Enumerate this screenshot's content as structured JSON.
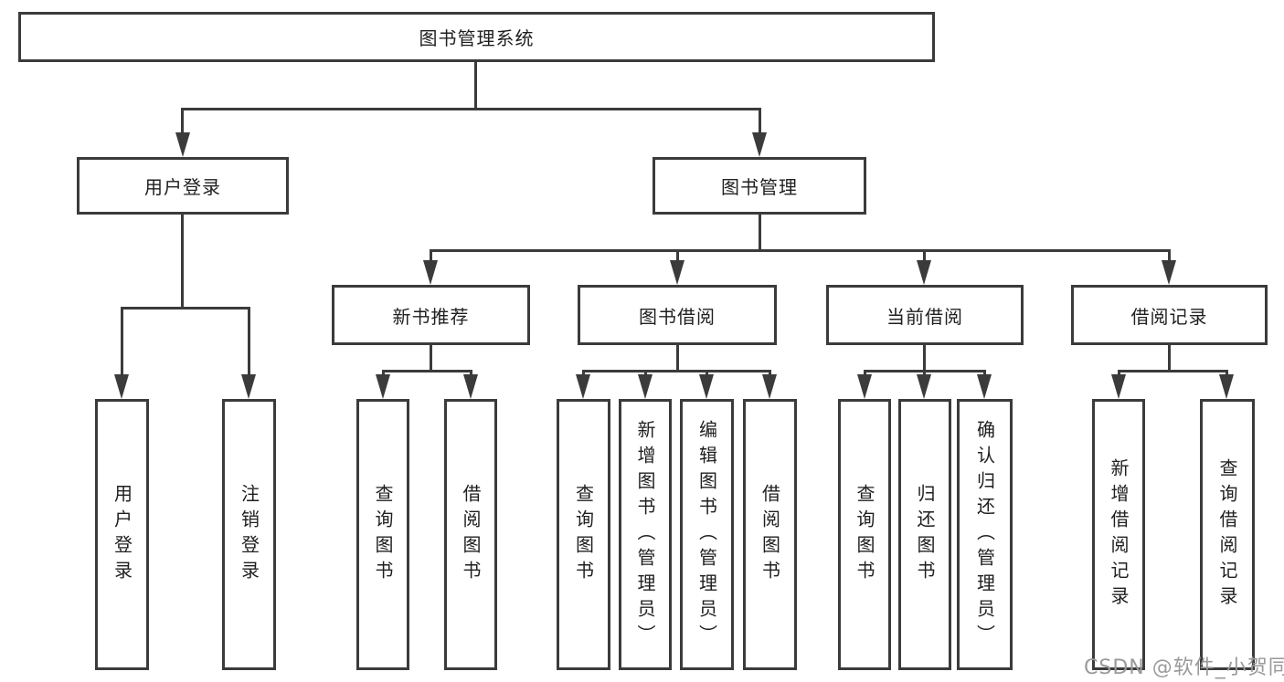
{
  "title": "图书管理系统",
  "watermark": "CSDN @软件_小贺同学",
  "colors": {
    "line": "#3b3b3b",
    "text": "#1f1f1f",
    "watermark": "#9a9a9a",
    "background": "#ffffff"
  },
  "diagram": {
    "type": "tree",
    "root": {
      "label": "图书管理系统",
      "children": [
        {
          "label": "用户登录",
          "children": [
            {
              "label": "用户登录"
            },
            {
              "label": "注销登录"
            }
          ]
        },
        {
          "label": "图书管理",
          "children": [
            {
              "label": "新书推荐",
              "children": [
                {
                  "label": "查询图书"
                },
                {
                  "label": "借阅图书"
                }
              ]
            },
            {
              "label": "图书借阅",
              "children": [
                {
                  "label": "查询图书"
                },
                {
                  "label": "新增图书（管理员）"
                },
                {
                  "label": "编辑图书（管理员）"
                },
                {
                  "label": "借阅图书"
                }
              ]
            },
            {
              "label": "当前借阅",
              "children": [
                {
                  "label": "查询图书"
                },
                {
                  "label": "归还图书"
                },
                {
                  "label": "确认归还（管理员）"
                }
              ]
            },
            {
              "label": "借阅记录",
              "children": [
                {
                  "label": "新增借阅记录"
                },
                {
                  "label": "查询借阅记录"
                }
              ]
            }
          ]
        }
      ]
    }
  }
}
